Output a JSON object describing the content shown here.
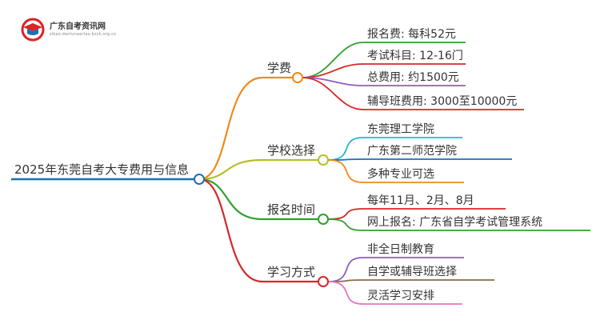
{
  "logo": {
    "title": "广东自考资讯网",
    "subtitle": "zikao.danlunaerlao.bzzk.org.cn",
    "icon": "graduation-cap-icon"
  },
  "root": {
    "label": "2025年东莞自考大专费用与信息",
    "color": "#1f6fb5"
  },
  "branches": [
    {
      "label": "学费",
      "color": "#f08a1c",
      "children": [
        {
          "label": "报名费: 每科52元",
          "color": "#2ea02e"
        },
        {
          "label": "考试科目: 12-16门",
          "color": "#d62728"
        },
        {
          "label": "总费用: 约1500元",
          "color": "#8e5bc4"
        },
        {
          "label": "辅导班费用: 3000至10000元",
          "color": "#d62728"
        }
      ]
    },
    {
      "label": "学校选择",
      "color": "#b5be2a",
      "children": [
        {
          "label": "东莞理工学院",
          "color": "#22b8cf"
        },
        {
          "label": "广东第二师范学院",
          "color": "#1f6fb5"
        },
        {
          "label": "多种专业可选",
          "color": "#f08a1c"
        }
      ]
    },
    {
      "label": "报名时间",
      "color": "#2ea02e",
      "children": [
        {
          "label": "每年11月、2月、8月",
          "color": "#d62728"
        },
        {
          "label": "网上报名: 广东省自学考试管理系统",
          "color": "#2ea02e"
        }
      ]
    },
    {
      "label": "学习方式",
      "color": "#d62728",
      "children": [
        {
          "label": "非全日制教育",
          "color": "#8e5bc4"
        },
        {
          "label": "自学或辅导班选择",
          "color": "#8b6b4a"
        },
        {
          "label": "灵活学习安排",
          "color": "#e377c2"
        }
      ]
    }
  ]
}
